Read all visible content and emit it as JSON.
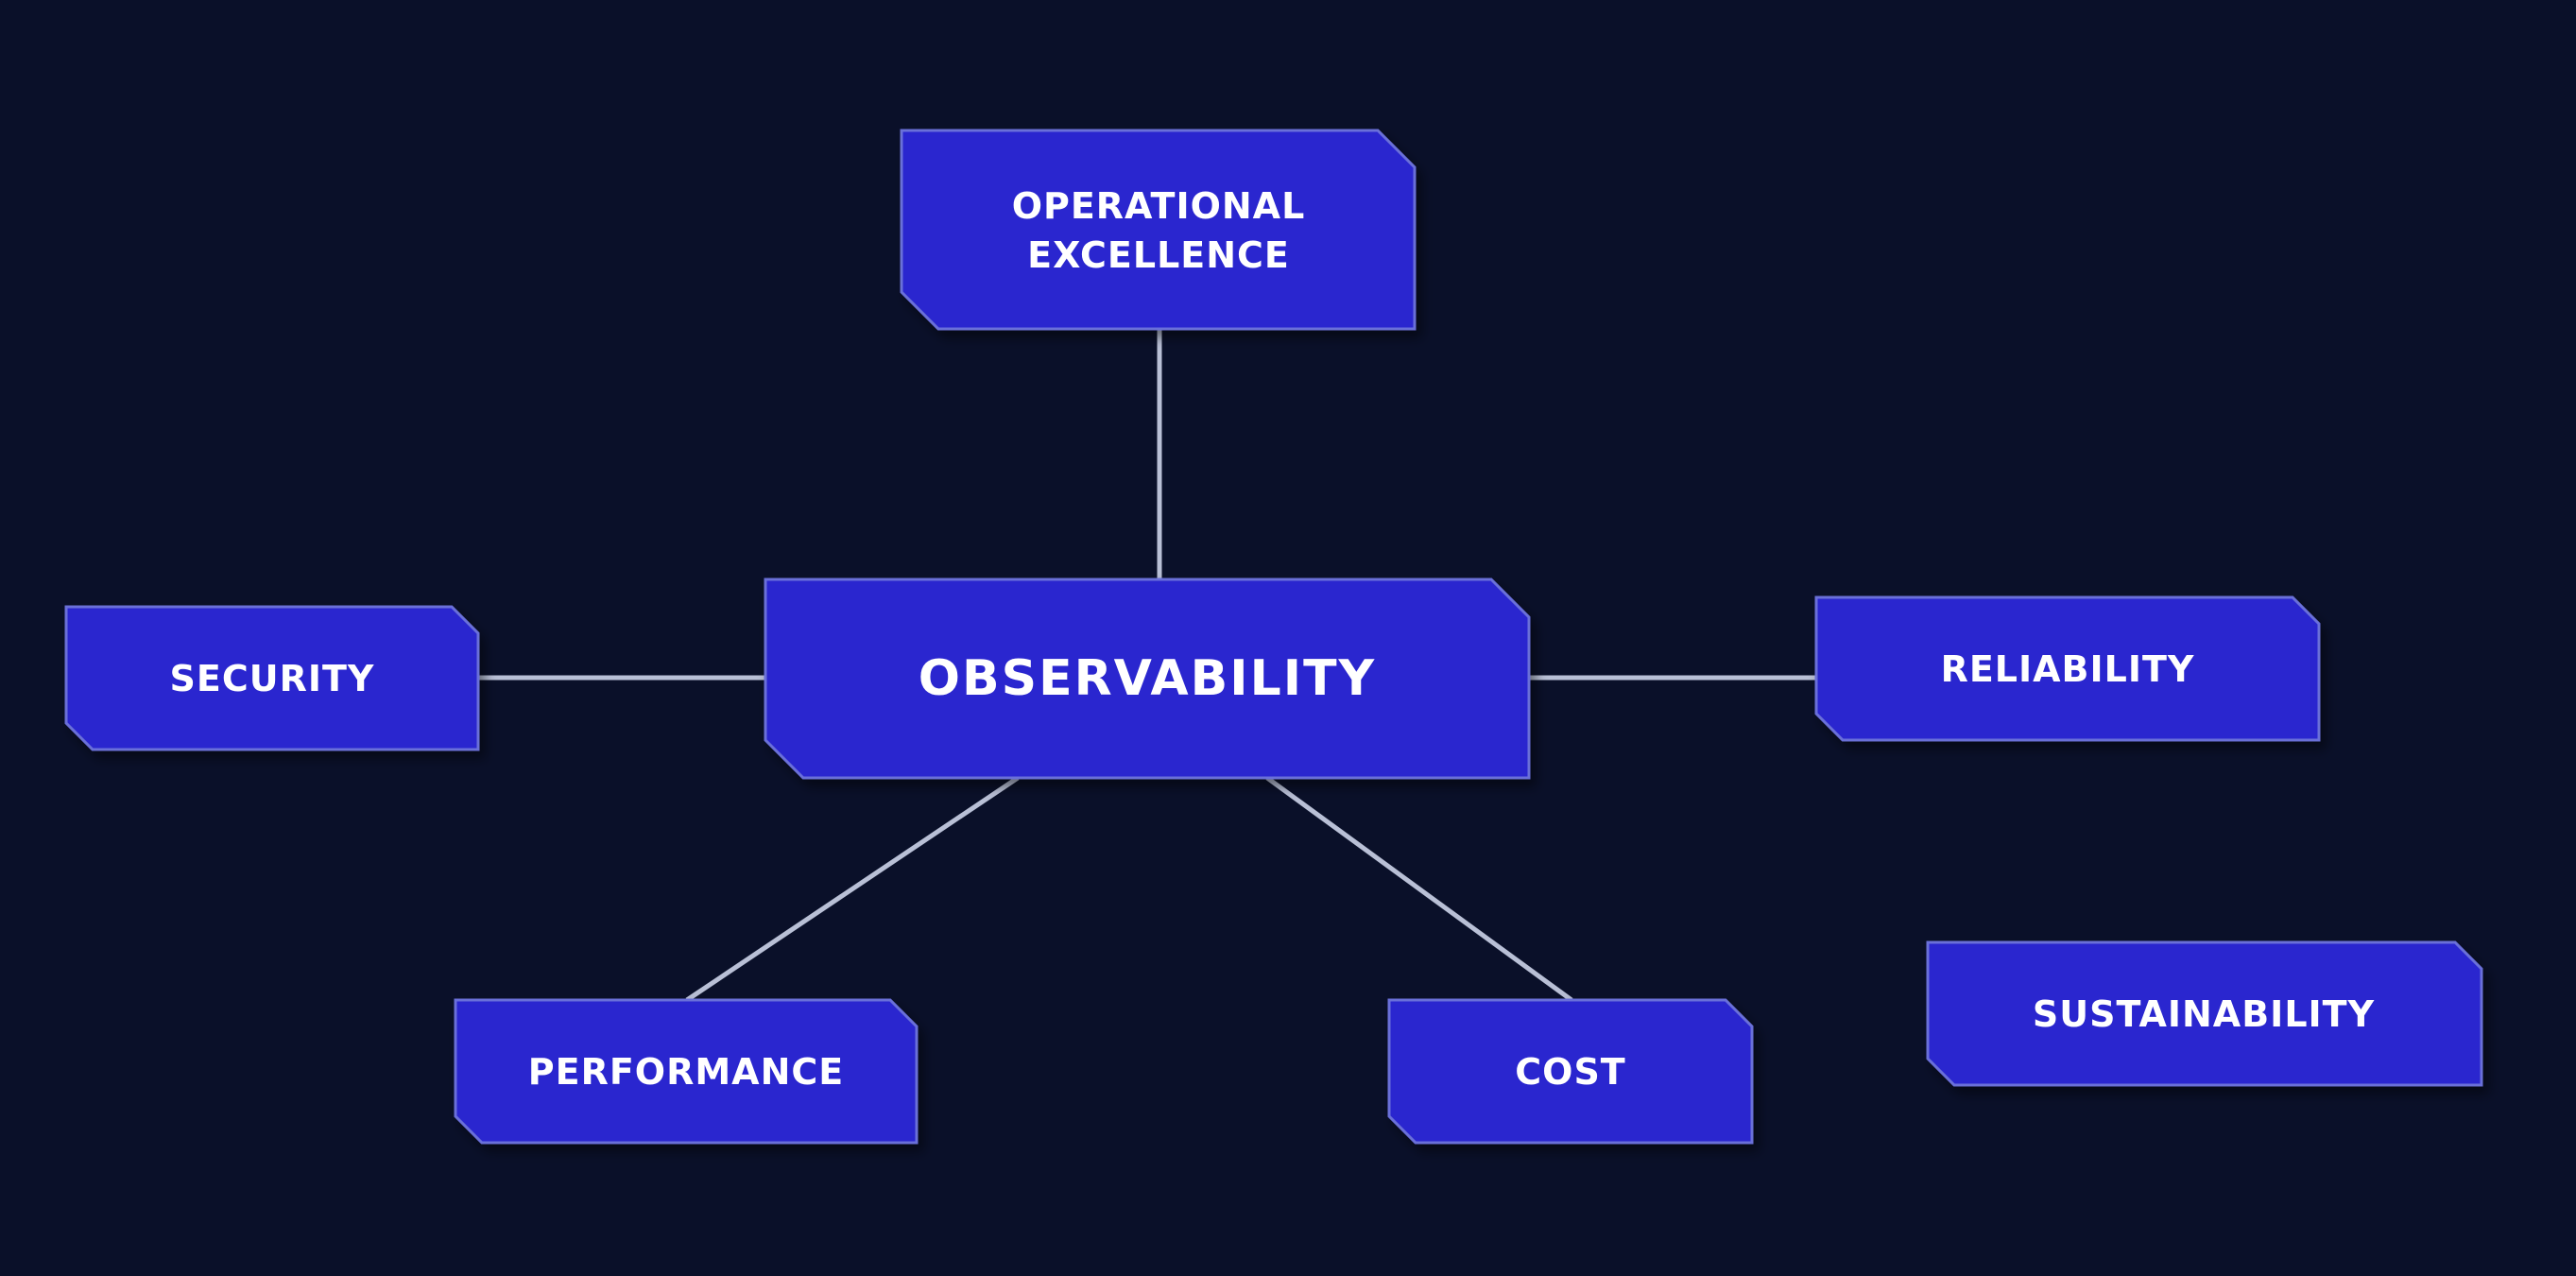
{
  "diagram": {
    "colors": {
      "background": "#0a1029",
      "node_fill": "#2c28cf",
      "node_border": "#6b70d9",
      "connector": "#b9c0d6",
      "text": "#ffffff"
    },
    "center": {
      "label": "OBSERVABILITY"
    },
    "pillars": {
      "operational_excellence": {
        "line1": "OPERATIONAL",
        "line2": "EXCELLENCE"
      },
      "security": {
        "label": "SECURITY"
      },
      "reliability": {
        "label": "RELIABILITY"
      },
      "performance": {
        "label": "PERFORMANCE"
      },
      "cost": {
        "label": "COST"
      },
      "sustainability": {
        "label": "SUSTAINABILITY"
      }
    }
  }
}
